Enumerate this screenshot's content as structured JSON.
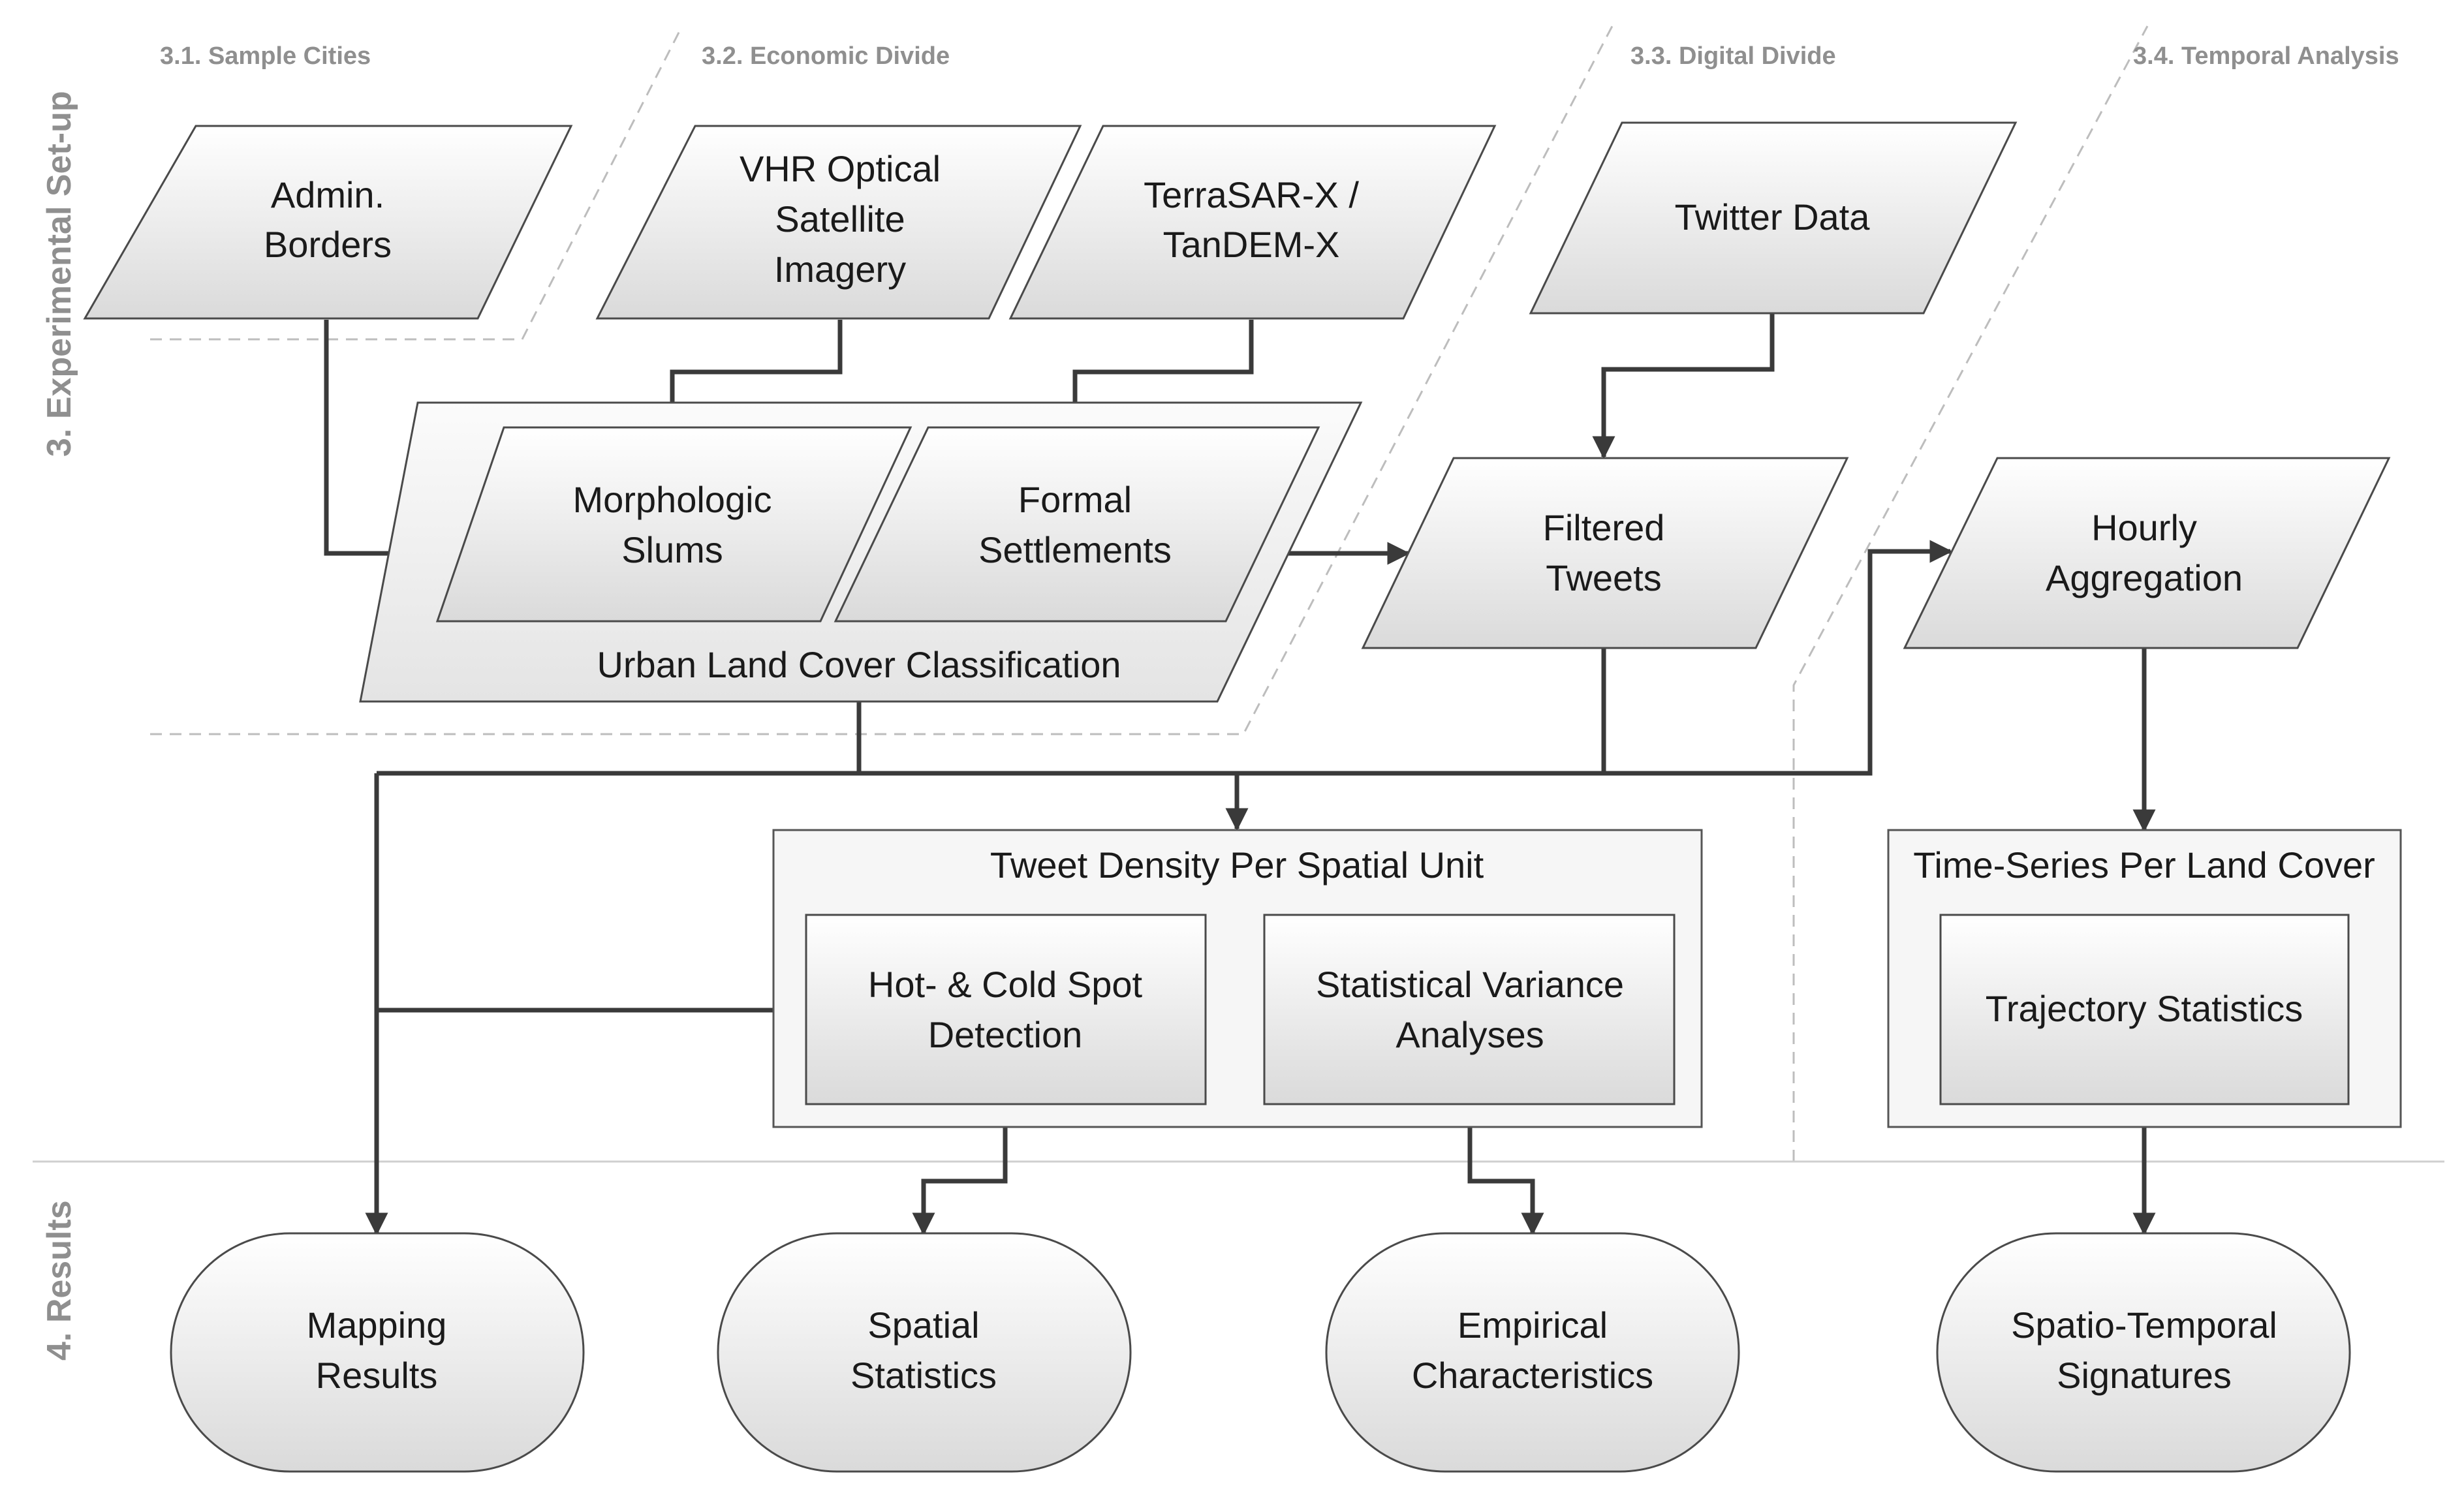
{
  "sections": {
    "sample_cities": "3.1. Sample Cities",
    "economic_divide": "3.2. Economic Divide",
    "digital_divide": "3.3. Digital Divide",
    "temporal_analysis": "3.4. Temporal Analysis"
  },
  "parts": {
    "setup": "3. Experimental Set-up",
    "results": "4. Results"
  },
  "inputs": {
    "admin_borders": [
      "Admin.",
      "Borders"
    ],
    "vhr_imagery": [
      "VHR Optical",
      "Satellite",
      "Imagery"
    ],
    "terrasar": [
      "TerraSAR-X /",
      "TanDEM-X"
    ],
    "twitter_data": [
      "Twitter Data"
    ]
  },
  "processing": {
    "urban_land_cover": "Urban Land Cover Classification",
    "morphologic_slums": [
      "Morphologic",
      "Slums"
    ],
    "formal_settlements": [
      "Formal",
      "Settlements"
    ],
    "filtered_tweets": [
      "Filtered",
      "Tweets"
    ],
    "hourly_aggregation": [
      "Hourly",
      "Aggregation"
    ],
    "tweet_density": "Tweet Density Per Spatial Unit",
    "hot_cold_spot": [
      "Hot- & Cold Spot",
      "Detection"
    ],
    "statistical_variance": [
      "Statistical Variance",
      "Analyses"
    ],
    "time_series": "Time-Series Per Land Cover",
    "trajectory_statistics": "Trajectory Statistics"
  },
  "results": {
    "mapping_results": [
      "Mapping",
      "Results"
    ],
    "spatial_statistics": [
      "Spatial",
      "Statistics"
    ],
    "empirical_characteristics": [
      "Empirical",
      "Characteristics"
    ],
    "spatio_temporal": [
      "Spatio-Temporal",
      "Signatures"
    ]
  },
  "colors": {
    "shape_fill_top": "#ffffff",
    "shape_fill_bottom": "#dcdcdc",
    "connector": "#3a3a3a",
    "section_label": "#8f8f8f",
    "separator": "#bdbdbd"
  }
}
